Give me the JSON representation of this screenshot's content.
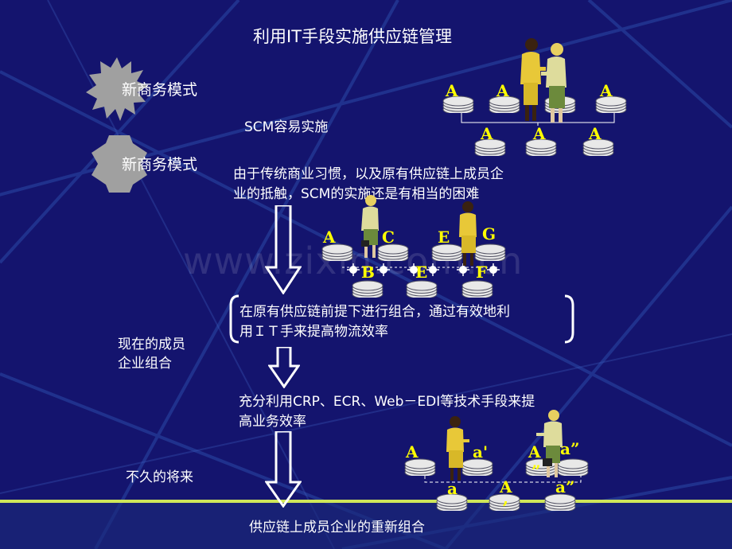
{
  "slide": {
    "title": "利用IT手段实施供应链管理",
    "watermark": "www.zixin.com.cn",
    "badge1": "新商务模式",
    "badge2": "新商务模式",
    "scm_easy": "SCM容易实施",
    "difficulty_line1": "由于传统商业习惯，以及原有供应链上成员企",
    "difficulty_line2": "业的抵触，SCM的实施还是有相当的困难",
    "regroup_line1": "在原有供应链前提下进行组合，通过有效地利",
    "regroup_line2": "用ＩＴ手来提高物流效率",
    "current_label_line1": "现在的成员",
    "current_label_line2": "企业组合",
    "tech_line1": "充分利用CRP、ECR、Web－EDI等技术手段来提",
    "tech_line2": "高业务效率",
    "future_label": "不久的将来",
    "bottom": "供应链上成员企业的重新组合"
  },
  "diagram_top": {
    "nodes": [
      "A",
      "A",
      "A",
      "A",
      "A",
      "A",
      "A"
    ]
  },
  "diagram_mid": {
    "nodes": [
      "A",
      "C",
      "E",
      "G",
      "B",
      "E",
      "F"
    ]
  },
  "diagram_bottom": {
    "nodes": [
      "A",
      "a'",
      "A",
      "a”",
      "a",
      "A",
      "a”",
      "”",
      ","
    ]
  },
  "colors": {
    "background": "#14146e",
    "text": "#ffffff",
    "node_label": "#ffff00",
    "badge": "#9a9a9a"
  }
}
